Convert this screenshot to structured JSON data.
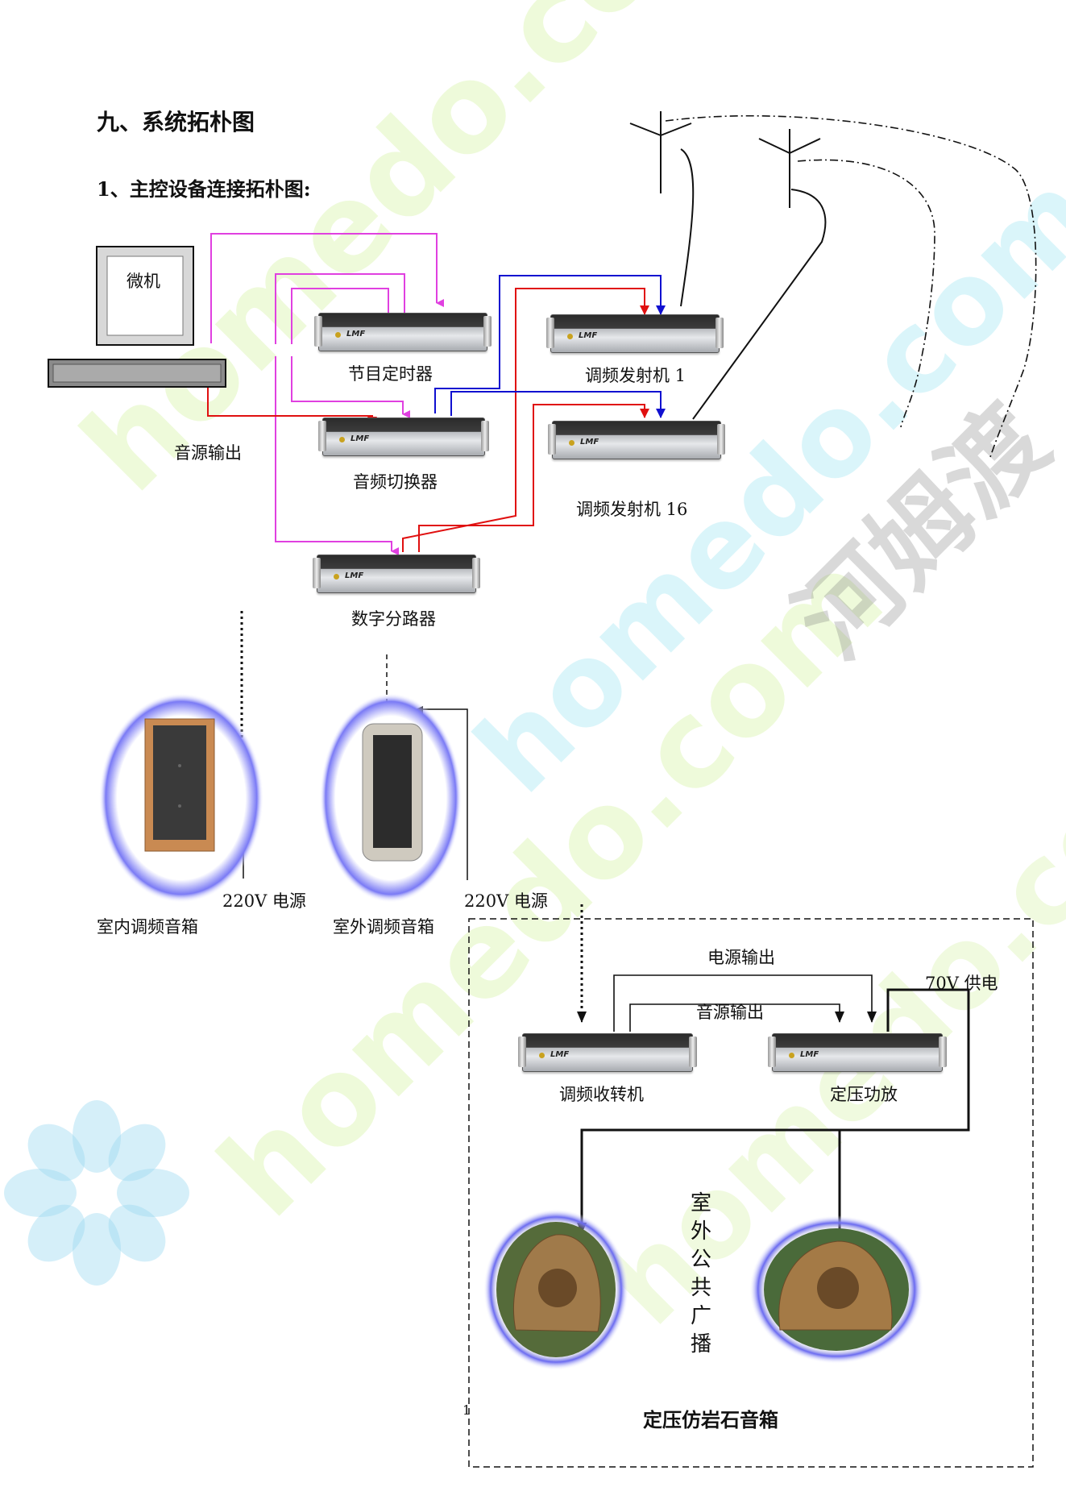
{
  "page": {
    "section_title": "九、系统拓朴图",
    "subsection_title": "1、主控设备连接拓朴图:"
  },
  "devices": {
    "computer": "微机",
    "program_timer": "节目定时器",
    "audio_switcher": "音频切换器",
    "fm_transmitter_1": "调频发射机 1",
    "fm_transmitter_16": "调频发射机 16",
    "digital_splitter": "数字分路器",
    "fm_receiver": "调频收转机",
    "constant_voltage_amp": "定压功放"
  },
  "labels": {
    "audio_output_main": "音源输出",
    "power_220v_indoor": "220V 电源",
    "power_220v_outdoor": "220V 电源",
    "indoor_speaker": "室内调频音箱",
    "outdoor_speaker": "室外调频音箱",
    "power_output": "电源输出",
    "audio_output_box": "音源输出",
    "supply_70v": "70V 供电",
    "outdoor_public_broadcast": "室外公共广播",
    "rock_speaker": "定压仿岩石音箱",
    "page_number": "1"
  },
  "watermarks": {
    "cn": "河姆渡",
    "en": "homedo.com"
  },
  "colors": {
    "audio_line": "#e040e0",
    "signal_red": "#e01010",
    "signal_blue": "#1010d0",
    "power_line": "#111111",
    "speaker_halo": "#6a6af0"
  }
}
